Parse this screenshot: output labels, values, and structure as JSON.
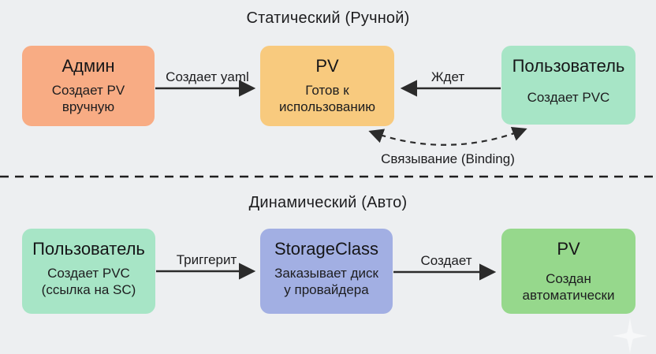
{
  "static_section": {
    "title": "Статический (Ручной)",
    "admin": {
      "title": "Админ",
      "line1": "Создает PV",
      "line2": "вручную"
    },
    "pv": {
      "title": "PV",
      "line1": "Готов к",
      "line2": "использованию"
    },
    "user": {
      "title": "Пользователь",
      "line1": "Создает PVC",
      "line2": ""
    },
    "edge_create_yaml": "Создает yaml",
    "edge_wait": "Ждет",
    "edge_binding": "Связывание (Binding)"
  },
  "dynamic_section": {
    "title": "Динамический (Авто)",
    "user": {
      "title": "Пользователь",
      "line1": "Создает PVC",
      "line2": "(ссылка на SC)"
    },
    "storageclass": {
      "title": "StorageClass",
      "line1": "Заказывает диск",
      "line2": "у провайдера"
    },
    "pv": {
      "title": "PV",
      "line1": "Создан",
      "line2": "автоматически"
    },
    "edge_trigger": "Триггерит",
    "edge_create": "Создает"
  },
  "colors": {
    "background": "#edeff1",
    "admin": "#f8ac84",
    "pv_static": "#f8ca7e",
    "user_mint": "#a7e5c6",
    "storageclass": "#a2afe3",
    "pv_dynamic": "#96d88c",
    "line": "#2b2b2b",
    "text": "#1d1d1f"
  }
}
